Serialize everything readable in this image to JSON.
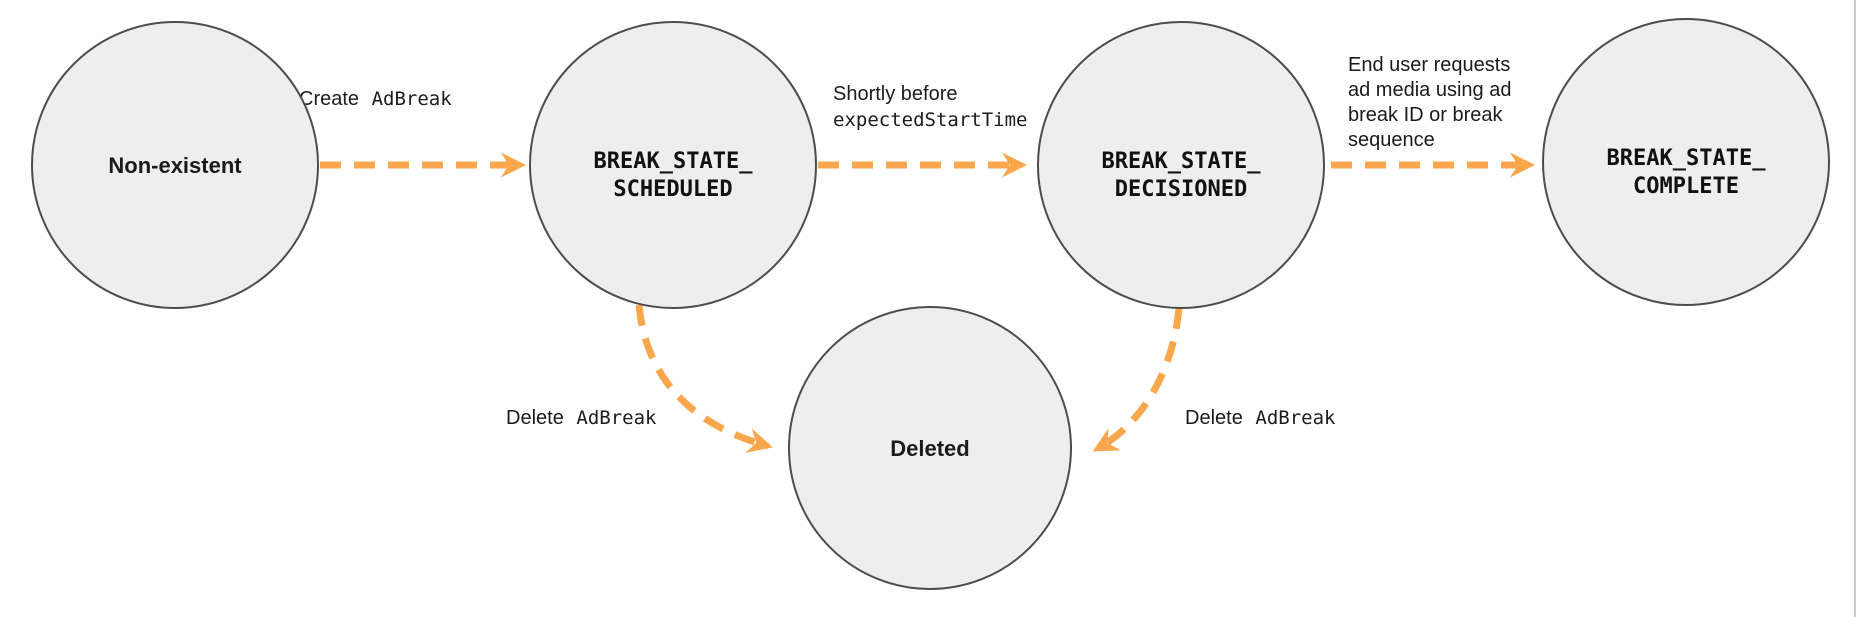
{
  "diagram": {
    "nodes": [
      {
        "id": "non-existent",
        "label": "Non-existent"
      },
      {
        "id": "break-state-scheduled",
        "line1": "BREAK_STATE_",
        "line2": "SCHEDULED"
      },
      {
        "id": "break-state-decisioned",
        "line1": "BREAK_STATE_",
        "line2": "DECISIONED"
      },
      {
        "id": "break-state-complete",
        "line1": "BREAK_STATE_",
        "line2": "COMPLETE"
      },
      {
        "id": "deleted",
        "label": "Deleted"
      }
    ],
    "transitions": [
      {
        "from": "non-existent",
        "to": "break-state-scheduled",
        "label_plain": "Create",
        "label_code": "AdBreak"
      },
      {
        "from": "break-state-scheduled",
        "to": "break-state-decisioned",
        "label_plain": "Shortly before",
        "label_code": "expectedStartTime"
      },
      {
        "from": "break-state-decisioned",
        "to": "break-state-complete",
        "label_lines": [
          "End user requests",
          "ad media using ad",
          "break ID or break",
          "sequence"
        ]
      },
      {
        "from": "break-state-scheduled",
        "to": "deleted",
        "label_plain": "Delete",
        "label_code": "AdBreak"
      },
      {
        "from": "break-state-decisioned",
        "to": "deleted",
        "label_plain": "Delete",
        "label_code": "AdBreak"
      }
    ]
  },
  "colors": {
    "arrow": "#F9A64D",
    "node_fill": "#EEEEEE",
    "node_stroke": "#4D4D4D",
    "text": "#1B1B1B",
    "divider": "#CCCCCC"
  }
}
